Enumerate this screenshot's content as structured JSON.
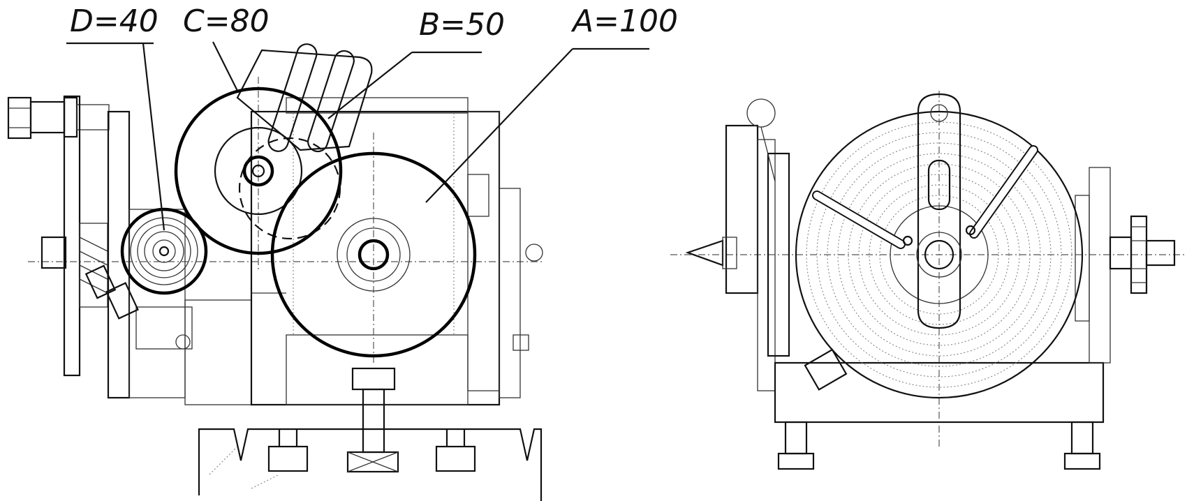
{
  "labels": {
    "gear_d": "D=40",
    "gear_c": "C=80",
    "gear_b": "B=50",
    "gear_a": "A=100"
  }
}
